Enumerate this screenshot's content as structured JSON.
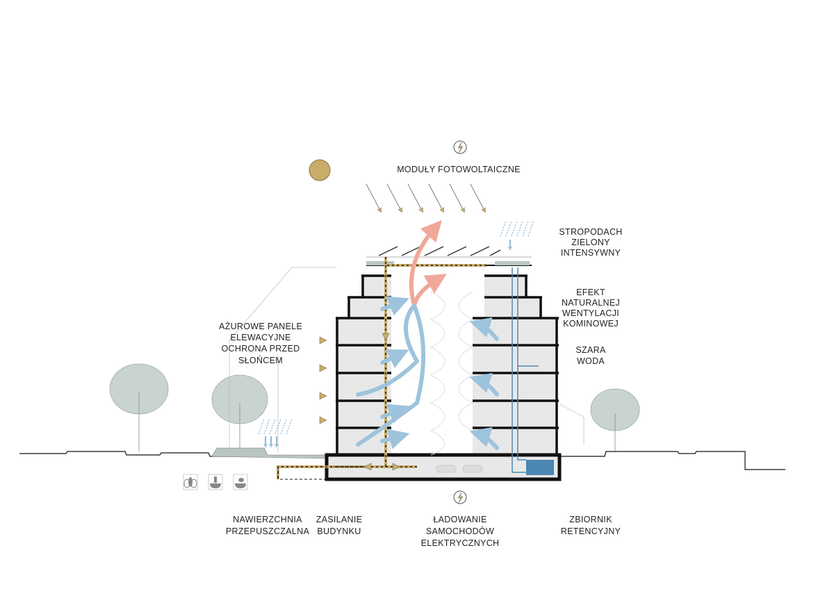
{
  "labels": {
    "pv": "MODUŁY FOTOWOLTAICZNE",
    "green_roof": [
      "STROPODACH",
      "ZIELONY",
      "INTENSYWNY"
    ],
    "ventilation": [
      "EFEKT",
      "NATURALNEJ",
      "WENTYLACJI",
      "KOMINOWEJ"
    ],
    "grey_water": [
      "SZARA",
      "WODA"
    ],
    "panels": [
      "AŻUROWE PANELE",
      "ELEWACYJNE",
      "OCHRONA PRZED",
      "SŁOŃCEM"
    ],
    "permeable": [
      "NAWIERZCHNIA",
      "PRZEPUSZCZALNA"
    ],
    "power": [
      "ZASILANIE",
      "BUDYNKU"
    ],
    "ev": [
      "ŁADOWANIE",
      "SAMOCHODÓW",
      "ELEKTRYCZNYCH"
    ],
    "retention": [
      "ZBIORNIK",
      "RETENCYJNY"
    ]
  },
  "icons": [
    "sun-icon",
    "lightning-icon",
    "bee-icon",
    "plant-bowl-icon",
    "bird-bowl-icon",
    "car-icon",
    "tree-icon",
    "rain-icon"
  ],
  "colors": {
    "sun": "#c8ad6a",
    "warm_air": "#f0a898",
    "cool_air": "#9ec3dc",
    "water": "#4a87b3",
    "power": "#c8ad6a",
    "floor": "#e8e8e8",
    "tree": "#c9d4cf"
  }
}
